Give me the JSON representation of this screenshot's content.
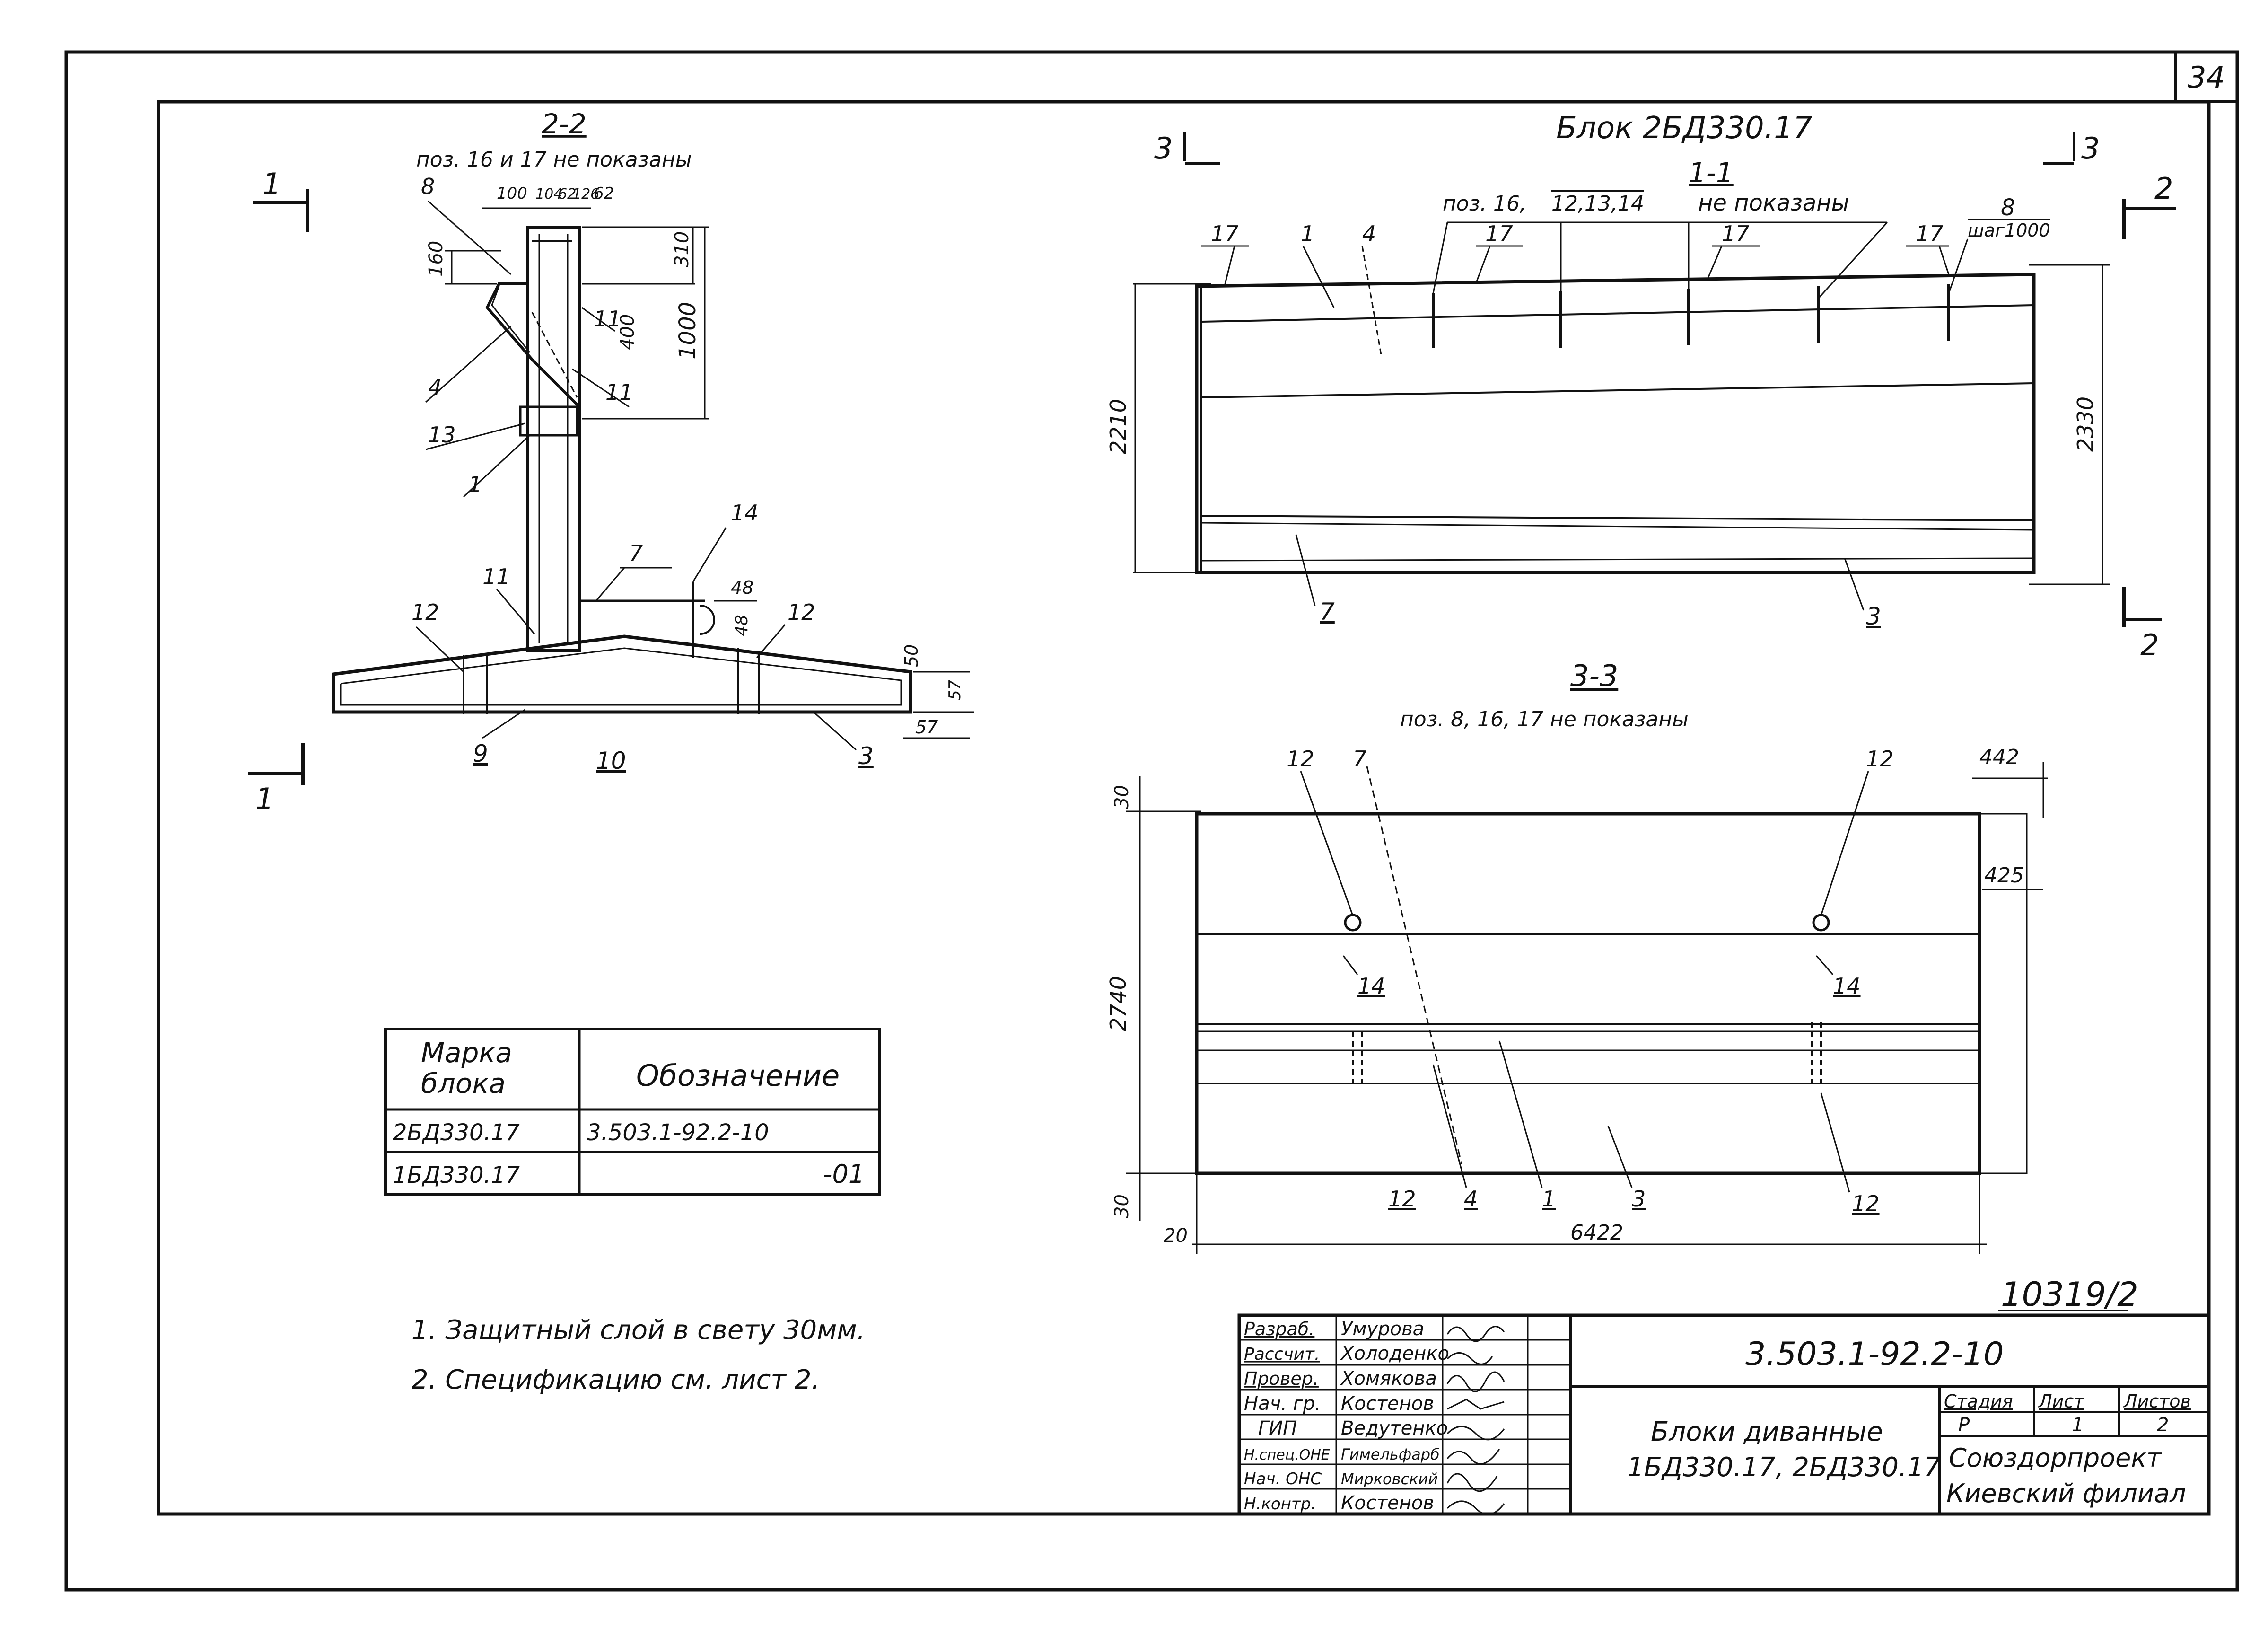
{
  "sheet": {
    "page_number": "34",
    "archive_number": "10319/2"
  },
  "section_22": {
    "title": "2-2",
    "note": "поз. 16 и 17 не показаны",
    "cut_mark": "1",
    "dims": [
      "100",
      "104",
      "62",
      "126",
      "62",
      "160",
      "310",
      "400",
      "1000",
      "48",
      "48",
      "50",
      "57",
      "57"
    ],
    "positions": [
      "8",
      "11",
      "11",
      "4",
      "13",
      "1",
      "11",
      "7",
      "14",
      "12",
      "12",
      "9",
      "10",
      "3"
    ]
  },
  "section_11": {
    "block_title": "Блок 2БД330.17",
    "title": "1-1",
    "note_prefix": "поз. 16,",
    "note_underlined": "12,13,14",
    "note_suffix": "не показаны",
    "cut3_left": "3",
    "cut3_right": "3",
    "cut2_top": "2",
    "cut2_bottom": "2",
    "rebar_8": "8",
    "rebar_8_step": "шаг1000",
    "dims": [
      "2210",
      "2330"
    ],
    "positions": [
      "17",
      "1",
      "4",
      "17",
      "17",
      "17",
      "7",
      "3"
    ]
  },
  "section_33": {
    "title": "3-3",
    "note": "поз.  8, 16, 17 не показаны",
    "dims": [
      "442",
      "425",
      "30",
      "2740",
      "30",
      "20",
      "6422"
    ],
    "positions": [
      "12",
      "7",
      "12",
      "14",
      "14",
      "12",
      "4",
      "1",
      "3",
      "12"
    ]
  },
  "mark_table": {
    "headers": [
      "Марка блока",
      "Обозначение"
    ],
    "rows": [
      [
        "2БД330.17",
        "3.503.1-92.2-10"
      ],
      [
        "1БД330.17",
        "-01"
      ]
    ]
  },
  "notes": [
    "1. Защитный слой в свету 30мм.",
    "2. Спецификацию см. лист 2."
  ],
  "title_block": {
    "signatures": [
      [
        "Разраб.",
        "Умурова"
      ],
      [
        "Рассчит.",
        "Холоденко"
      ],
      [
        "Провер.",
        "Хомякова"
      ],
      [
        "Нач. гр.",
        "Костенов"
      ],
      [
        "ГИП",
        "Ведутенко"
      ],
      [
        "Н.спец.ОНЕ",
        "Гимельфарб"
      ],
      [
        "Нач. ОНС",
        "Мирковский"
      ],
      [
        "Н.контр.",
        "Костенов"
      ]
    ],
    "code": "3.503.1-92.2-10",
    "name_line1": "Блоки  диванные",
    "name_line2": "1БД330.17,  2БД330.17",
    "stage_label": "Стадия",
    "sheet_label": "Лист",
    "sheets_label": "Листов",
    "stage": "Р",
    "sheet": "1",
    "sheets": "2",
    "org_line1": "Союздорпроект",
    "org_line2": "Киевский филиал"
  }
}
